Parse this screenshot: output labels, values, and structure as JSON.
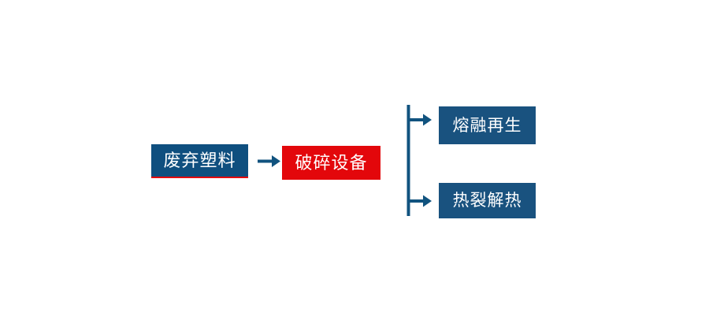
{
  "diagram": {
    "type": "process-flow",
    "orientation": "left-to-right",
    "background_color": "#FFFFFF",
    "colors": {
      "primary_blue": "#0F4F7F",
      "node_blue": "#19527F",
      "accent_red": "#E3070B",
      "connector_blue": "#11537F",
      "text_white": "#FFFFFF"
    },
    "nodes": [
      {
        "id": "waste-plastic",
        "label": "废弃塑料",
        "fill": "#0F4F7F",
        "text_color": "#FFFFFF",
        "underline_color": "#E3070B",
        "stage": 1
      },
      {
        "id": "crusher",
        "label": "破碎设备",
        "fill": "#E3070B",
        "text_color": "#FFFFFF",
        "stage": 2
      },
      {
        "id": "melt-regeneration",
        "label": "熔融再生",
        "fill": "#19527F",
        "text_color": "#FFFFFF",
        "stage": 3,
        "branch": "top"
      },
      {
        "id": "pyrolysis",
        "label": "热裂解热",
        "fill": "#19527F",
        "text_color": "#FFFFFF",
        "stage": 3,
        "branch": "bottom"
      }
    ],
    "connectors": [
      {
        "id": "main-arrow",
        "from": "waste-plastic",
        "to": "crusher",
        "style": "straight-arrow",
        "color": "#11537F"
      },
      {
        "id": "branch-split",
        "from": "crusher",
        "to": [
          "melt-regeneration",
          "pyrolysis"
        ],
        "style": "vertical-split-two-arrows",
        "color": "#11537F"
      }
    ]
  }
}
